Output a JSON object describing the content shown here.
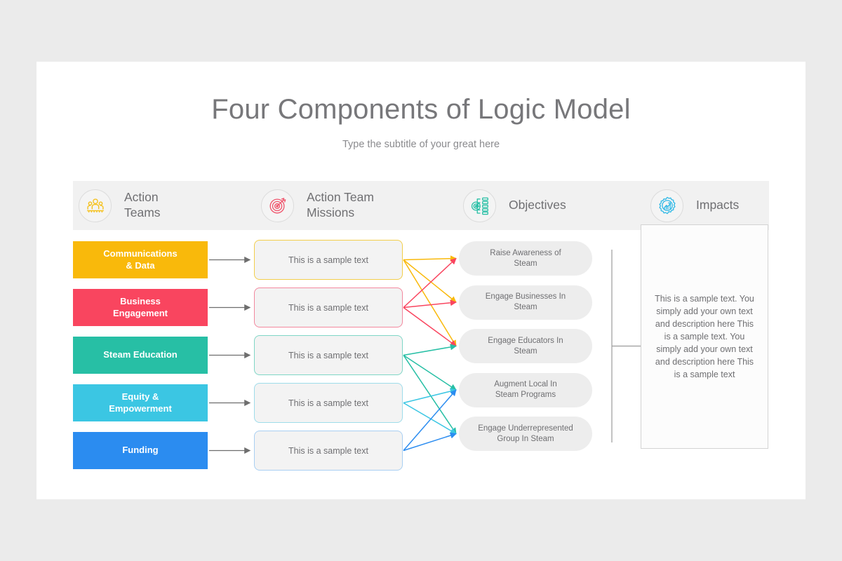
{
  "slide": {
    "title": "Four Components of Logic Model",
    "subtitle": "Type the subtitle of your great here",
    "background": "#ffffff",
    "page_background": "#ebebeb"
  },
  "header": {
    "band_color": "#f1f1f1",
    "columns": [
      {
        "label": "Action\nTeams",
        "icon": "team-people-icon",
        "icon_color": "#F5C11E"
      },
      {
        "label": "Action Team\nMissions",
        "icon": "target-dart-icon",
        "icon_color": "#F0536B"
      },
      {
        "label": "Objectives",
        "icon": "objectives-list-icon",
        "icon_color": "#27BFA5"
      },
      {
        "label": "Impacts",
        "icon": "gear-growth-icon",
        "icon_color": "#2BB7E6"
      }
    ]
  },
  "categories": [
    {
      "label": "Communications\n& Data",
      "color": "#F9B90B"
    },
    {
      "label": "Business\nEngagement",
      "color": "#F9455F"
    },
    {
      "label": "Steam Education",
      "color": "#27BFA5"
    },
    {
      "label": "Equity &\nEmpowerment",
      "color": "#3BC6E3"
    },
    {
      "label": "Funding",
      "color": "#2B8CF0"
    }
  ],
  "missions": [
    {
      "text": "This is a sample text",
      "border_color": "#F2CE4B"
    },
    {
      "text": "This is a sample text",
      "border_color": "#F2889E"
    },
    {
      "text": "This is a sample text",
      "border_color": "#7FD6C6"
    },
    {
      "text": "This is a sample text",
      "border_color": "#9EDCEA"
    },
    {
      "text": "This is a sample text",
      "border_color": "#A9CFF2"
    }
  ],
  "objectives": [
    {
      "text": "Raise Awareness of\nSteam"
    },
    {
      "text": "Engage Businesses In\nSteam"
    },
    {
      "text": "Engage Educators In\nSteam"
    },
    {
      "text": "Augment Local In\nSteam Programs"
    },
    {
      "text": "Engage Underrepresented\nGroup In Steam"
    }
  ],
  "impacts": {
    "text": "This is a sample text. You simply add your own text and description here This is a sample text. You simply add your own text and description here This is a sample text"
  },
  "connections": {
    "stage1_arrow_color": "#6e6e6e",
    "links": [
      {
        "from": 0,
        "to": [
          0,
          1,
          2
        ],
        "color": "#F9B90B"
      },
      {
        "from": 1,
        "to": [
          0,
          1,
          2
        ],
        "color": "#F9455F"
      },
      {
        "from": 2,
        "to": [
          2,
          3,
          4
        ],
        "color": "#27BFA5"
      },
      {
        "from": 3,
        "to": [
          3,
          4
        ],
        "color": "#3BC6E3"
      },
      {
        "from": 4,
        "to": [
          3,
          4
        ],
        "color": "#2B8CF0"
      }
    ],
    "bracket_color": "#9b9b9b"
  }
}
